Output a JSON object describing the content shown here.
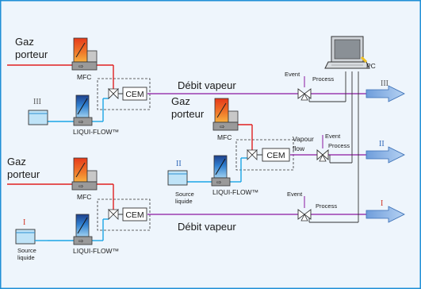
{
  "colors": {
    "background": "#eef5fc",
    "frame": "#1f8fd6",
    "carrier_gas_line": "#e02020",
    "liquid_line": "#1aa5e6",
    "vapour_line": "#9b3db0",
    "arrow_fill": "#8fb6e6",
    "arrow_stroke": "#3a6fb5",
    "roman_red": "#d03020",
    "roman_blue": "#2b64b6",
    "roman_gray": "#555555",
    "pc_label": "#b8860b"
  },
  "labels": {
    "carrier_gas": [
      "Gaz",
      "porteur"
    ],
    "mfc": "MFC",
    "liqui_flow": "LIQUI-FLOW™",
    "cem": "CEM",
    "vapour_flow_fr": "Débit vapeur",
    "vapour_flow_en": [
      "Vapour",
      "flow"
    ],
    "event": "Event",
    "process": "Process",
    "pc": "PC",
    "liquid_source": [
      "Source",
      "liquide"
    ]
  },
  "roman": {
    "one": "I",
    "two": "II",
    "three": "III"
  }
}
